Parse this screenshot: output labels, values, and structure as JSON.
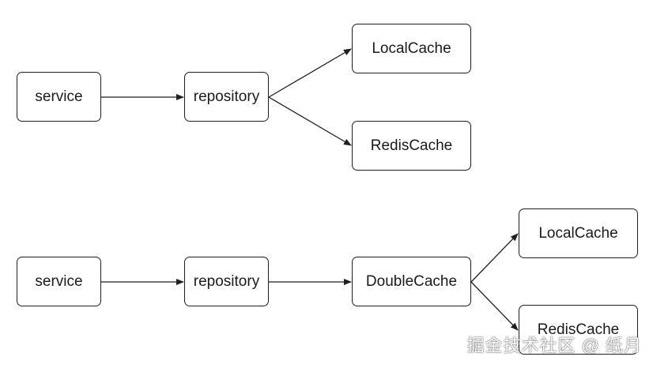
{
  "diagram_top": {
    "nodes": {
      "service": "service",
      "repository": "repository",
      "local_cache": "LocalCache",
      "redis_cache": "RedisCache"
    }
  },
  "diagram_bottom": {
    "nodes": {
      "service": "service",
      "repository": "repository",
      "double_cache": "DoubleCache",
      "local_cache": "LocalCache",
      "redis_cache": "RedisCache"
    }
  },
  "watermark": "掘金技术社区 @ 纸月",
  "colors": {
    "stroke": "#1f1f1f",
    "text": "#1a1a1a",
    "background": "#ffffff"
  }
}
